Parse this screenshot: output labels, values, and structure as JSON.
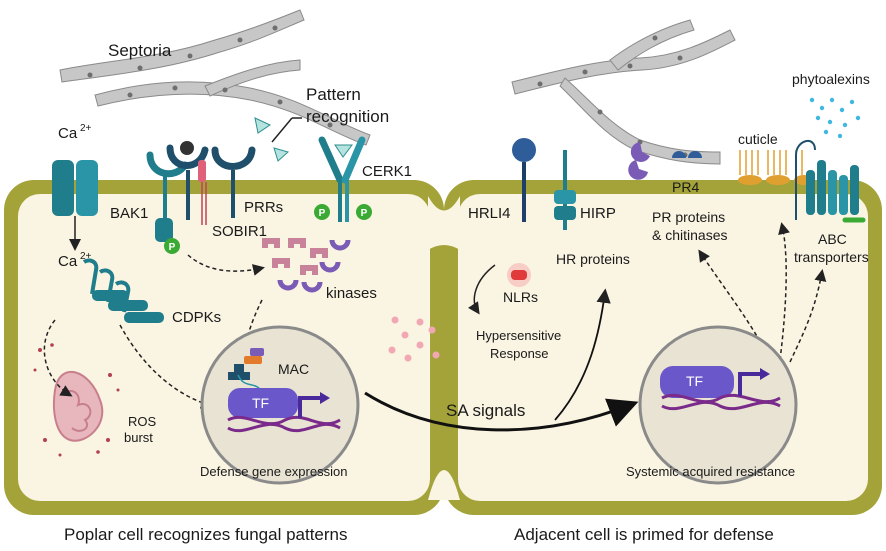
{
  "labels": {
    "pathogen": "Septoria",
    "pattern_recognition_1": "Pattern",
    "pattern_recognition_2": "recognition",
    "ca_ion_out": "Ca",
    "ca_charge_out": "2+",
    "ca_ion_in": "Ca",
    "ca_charge_in": "2+",
    "bak1": "BAK1",
    "prrs": "PRRs",
    "sobir1": "SOBIR1",
    "cerk1": "CERK1",
    "phospho": "P",
    "kinases": "kinases",
    "cdpks": "CDPKs",
    "mac": "MAC",
    "tf_left": "TF",
    "ros_1": "ROS",
    "ros_2": "burst",
    "defense_gene": "Defense gene expression",
    "sa_signals": "SA signals",
    "hrli4": "HRLI4",
    "hirp": "HIRP",
    "hr_proteins": "HR proteins",
    "nlrs": "NLRs",
    "hr_response_1": "Hypersensitive",
    "hr_response_2": "Response",
    "pr4": "PR4",
    "pr_proteins_1": "PR proteins",
    "pr_proteins_2": "& chitinases",
    "cuticle": "cuticle",
    "phytoalexins": "phytoalexins",
    "abc_1": "ABC",
    "abc_2": "transporters",
    "tf_right": "TF",
    "sar": "Systemic acquired resistance",
    "caption_left": "Poplar cell recognizes fungal patterns",
    "caption_right": "Adjacent cell is primed for defense"
  },
  "colors": {
    "cell_wall": "#a3a33a",
    "cytoplasm": "#faf4e2",
    "nucleus": "#e8e3d2",
    "fungus": "#c7c7c7",
    "teal": "#1f7d8c",
    "purple": "#7a5bb5",
    "green": "#3aaa35",
    "ros": "#d98c9c"
  }
}
